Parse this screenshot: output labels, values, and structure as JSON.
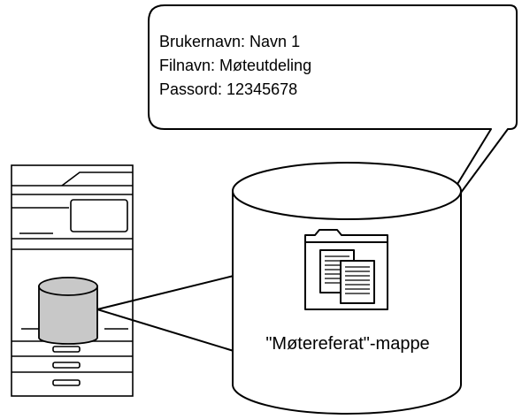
{
  "callout": {
    "username_line": "Brukernavn: Navn 1",
    "filename_line": "Filnavn: Møteutdeling",
    "password_line": "Passord: 12345678"
  },
  "storage": {
    "folder_label": "\"Møtereferat\"-mappe"
  },
  "colors": {
    "stroke": "#000000",
    "printer_hdd_fill": "#c8c8c8",
    "background": "#ffffff"
  },
  "icons": {
    "printer": "multifunction-printer-icon",
    "hdd": "hard-disk-cylinder-icon",
    "folder": "folder-with-documents-icon"
  }
}
